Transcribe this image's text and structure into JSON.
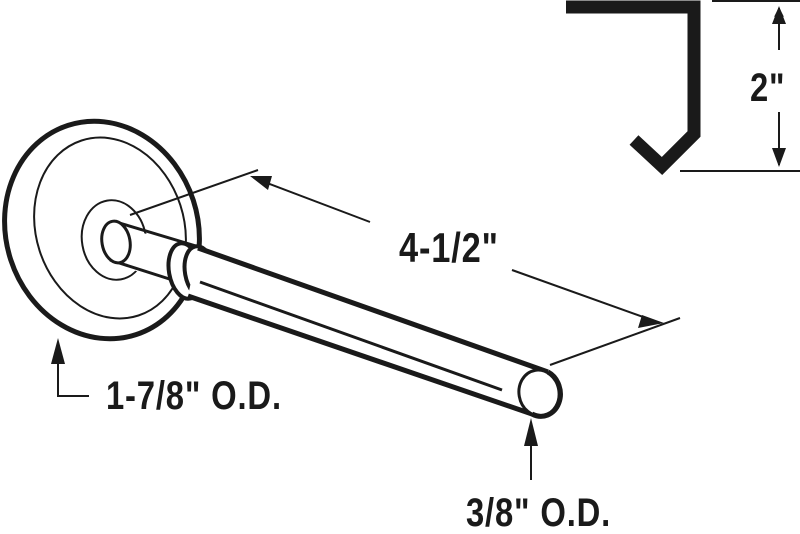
{
  "diagram": {
    "subject": "garage door roller with stem and bracket profile",
    "colors": {
      "line": "#1a1a1a",
      "background": "#ffffff"
    },
    "dimensions": {
      "stem_length": "4-1/2\"",
      "wheel_outer_diameter": "1-7/8\" O.D.",
      "stem_outer_diameter": "3/8\" O.D.",
      "bracket_height": "2\""
    }
  }
}
